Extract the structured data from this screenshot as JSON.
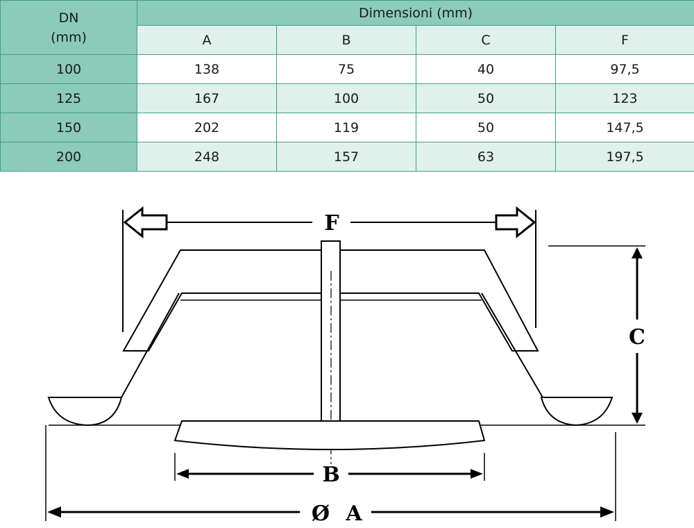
{
  "table": {
    "dn_header": "DN",
    "dn_unit": "(mm)",
    "group_header": "Dimensioni (mm)",
    "columns": [
      "A",
      "B",
      "C",
      "F"
    ],
    "rows": [
      {
        "dn": "100",
        "values": [
          "138",
          "75",
          "40",
          "97,5"
        ]
      },
      {
        "dn": "125",
        "values": [
          "167",
          "100",
          "50",
          "123"
        ]
      },
      {
        "dn": "150",
        "values": [
          "202",
          "119",
          "50",
          "147,5"
        ]
      },
      {
        "dn": "200",
        "values": [
          "248",
          "157",
          "63",
          "197,5"
        ]
      }
    ]
  },
  "diagram": {
    "label_f": "F",
    "label_c": "C",
    "label_b": "B",
    "label_a": "A",
    "label_diameter": "Ø"
  },
  "colors": {
    "header_green": "#8ccbb9",
    "light_green": "#dff1ea",
    "border_green": "#3f9f86"
  }
}
